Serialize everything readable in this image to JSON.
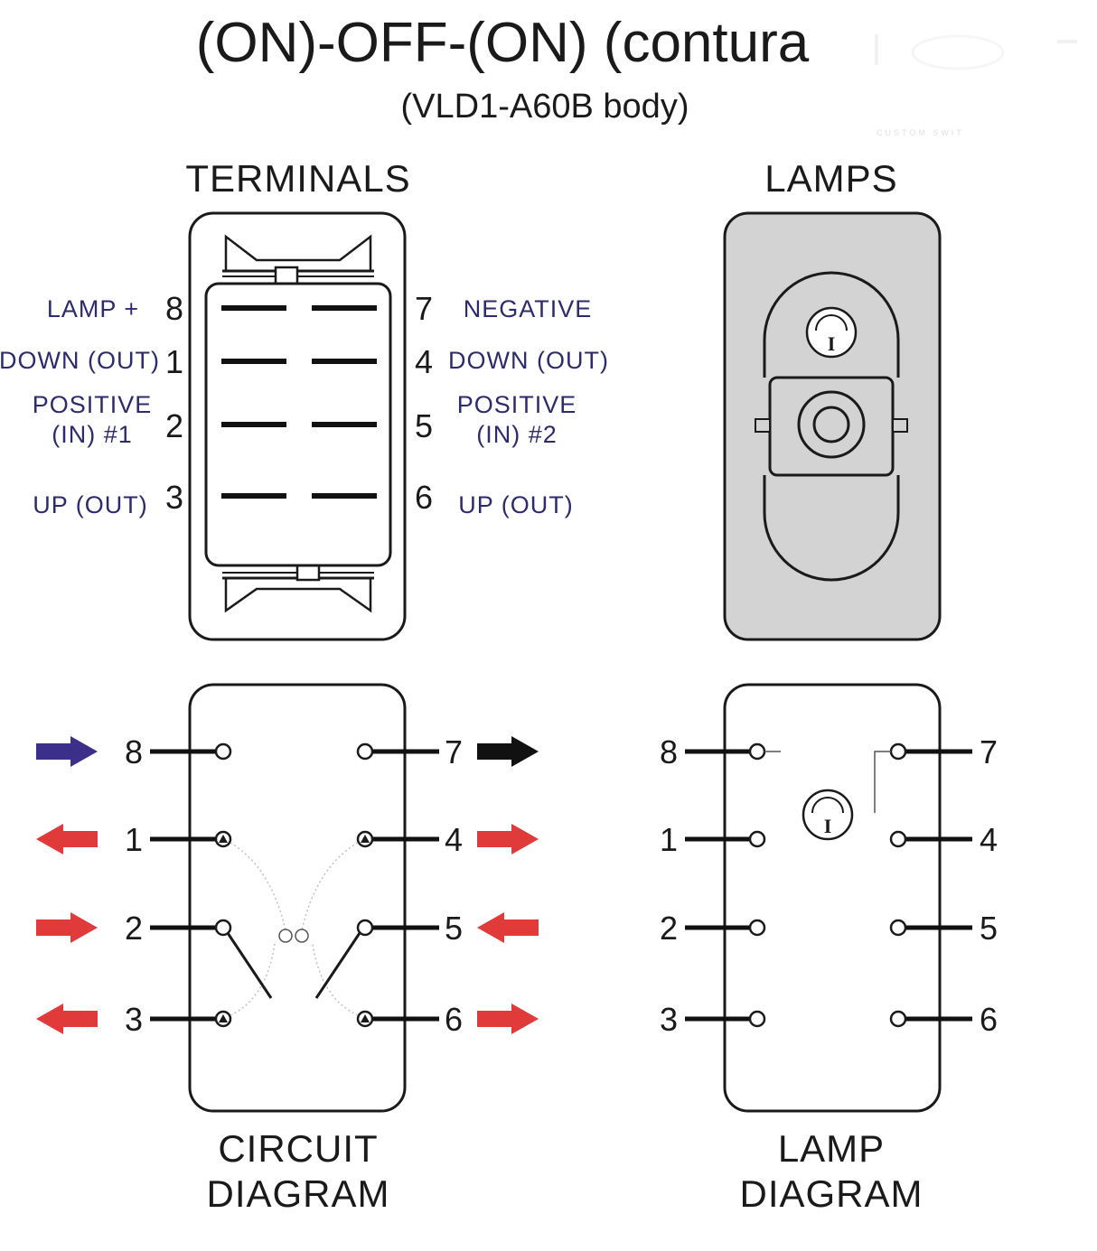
{
  "title": "(ON)-OFF-(ON) (contura",
  "subtitle": "(VLD1-A60B body)",
  "watermark": "CUSTOM SWIT",
  "colors": {
    "label_text": "#2d2a6e",
    "lamp_fill": "#d3d3d3",
    "arrow_red": "#e03a3a",
    "arrow_blue": "#3b2f8a",
    "arrow_black": "#111111"
  },
  "terminals": {
    "heading": "TERMINALS",
    "left": [
      {
        "pin": "8",
        "label_lines": [
          "LAMP +"
        ]
      },
      {
        "pin": "1",
        "label_lines": [
          "DOWN (OUT)"
        ]
      },
      {
        "pin": "2",
        "label_lines": [
          "POSITIVE",
          "(IN) #1"
        ]
      },
      {
        "pin": "3",
        "label_lines": [
          "UP (OUT)"
        ]
      }
    ],
    "right": [
      {
        "pin": "7",
        "label_lines": [
          "NEGATIVE"
        ]
      },
      {
        "pin": "4",
        "label_lines": [
          "DOWN (OUT)"
        ]
      },
      {
        "pin": "5",
        "label_lines": [
          "POSITIVE",
          "(IN) #2"
        ]
      },
      {
        "pin": "6",
        "label_lines": [
          "UP (OUT)"
        ]
      }
    ]
  },
  "lamps": {
    "heading": "LAMPS",
    "lamp_symbol": "lamp-icon",
    "lamp_letter": "I"
  },
  "circuit": {
    "heading_lines": [
      "CIRCUIT",
      "DIAGRAM"
    ],
    "left_pins": [
      "8",
      "1",
      "2",
      "3"
    ],
    "right_pins": [
      "7",
      "4",
      "5",
      "6"
    ],
    "arrows_left": [
      {
        "pin": "8",
        "direction": "in",
        "color": "blue"
      },
      {
        "pin": "1",
        "direction": "out",
        "color": "red"
      },
      {
        "pin": "2",
        "direction": "in",
        "color": "red"
      },
      {
        "pin": "3",
        "direction": "out",
        "color": "red"
      }
    ],
    "arrows_right": [
      {
        "pin": "7",
        "direction": "out",
        "color": "black"
      },
      {
        "pin": "4",
        "direction": "out",
        "color": "red"
      },
      {
        "pin": "5",
        "direction": "in",
        "color": "red"
      },
      {
        "pin": "6",
        "direction": "out",
        "color": "red"
      }
    ]
  },
  "lamp_diagram": {
    "heading_lines": [
      "LAMP",
      "DIAGRAM"
    ],
    "left_pins": [
      "8",
      "1",
      "2",
      "3"
    ],
    "right_pins": [
      "7",
      "4",
      "5",
      "6"
    ],
    "lamp_letter": "I"
  }
}
